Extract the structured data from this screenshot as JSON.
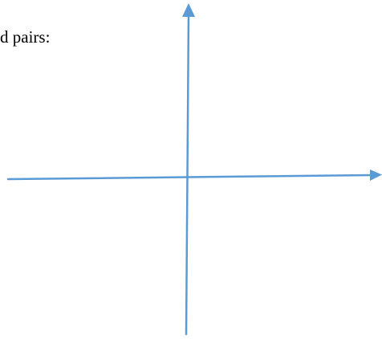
{
  "text": {
    "prompt_fragment": "d pairs:"
  },
  "colors": {
    "axis": "#5b9bd5",
    "text": "#000000",
    "background": "#ffffff"
  },
  "diagram": {
    "type": "blank-coordinate-plane",
    "arrows": [
      "x-axis-right",
      "y-axis-up"
    ]
  }
}
